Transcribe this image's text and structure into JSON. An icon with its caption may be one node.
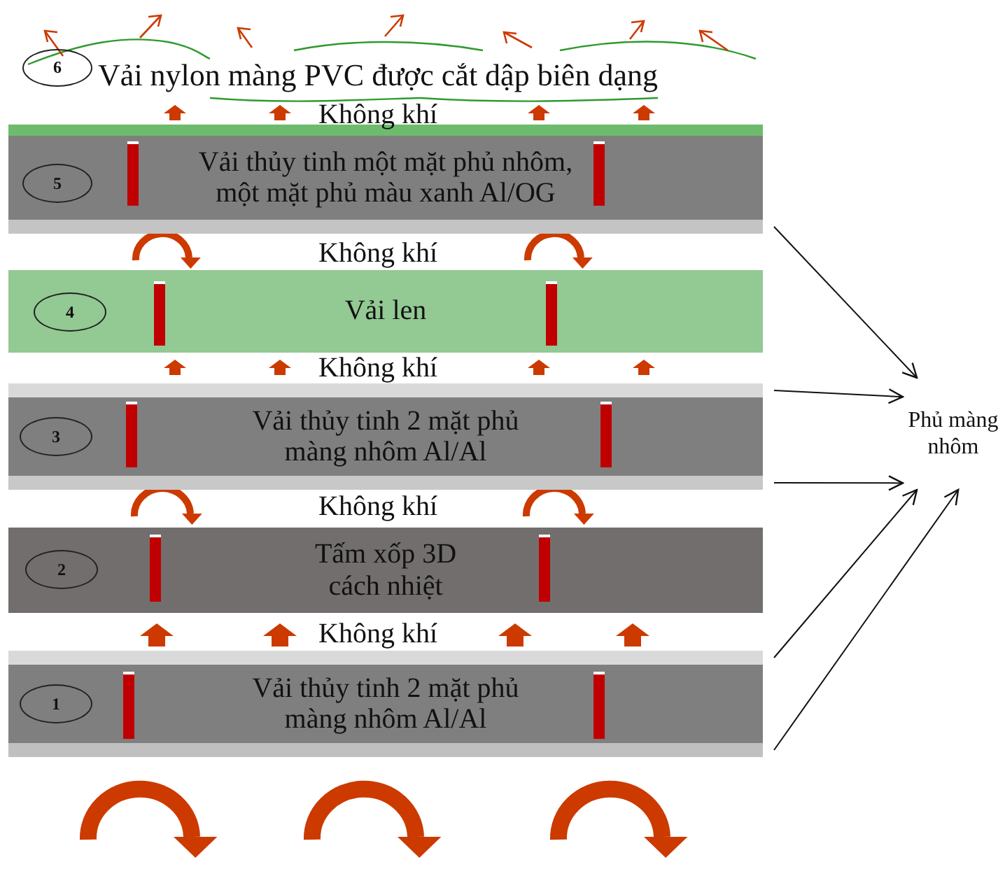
{
  "diagram": {
    "nodes": [
      {
        "text": [
          "6"
        ],
        "beside": [
          "Vải nylon màng PVC được cắt dập biên dạng"
        ]
      },
      {
        "text": [
          "Vải thủy tinh một mặt phủ nhôm, một mặt phủ màu xanh Al/OG"
        ]
      },
      {
        "text": [
          "5"
        ],
        "in": 1
      },
      {
        "text": [],
        "shape": "bar"
      },
      {
        "text": [
          "Vải len"
        ]
      },
      {
        "text": [
          "4"
        ],
        "in": 4
      },
      {
        "text": [],
        "shape": "bar"
      },
      {
        "text": [
          "Vải thủy tinh 2 mặt phủ màng nhôm Al/Al"
        ]
      },
      {
        "text": [
          "3"
        ],
        "in": 7
      },
      {
        "text": [],
        "shape": "bar"
      },
      {
        "text": [
          "Tấm xốp 3D cách nhiệt"
        ]
      },
      {
        "text": [
          "2"
        ],
        "in": 10
      },
      {
        "text": [],
        "shape": "bar"
      },
      {
        "text": [
          "Vải thủy tinh 2 mặt phủ màng nhôm Al/Al"
        ]
      },
      {
        "text": [
          "1"
        ],
        "in": 13
      },
      {
        "text": [],
        "shape": "bar"
      },
      {
        "text": [
          "Phủ màng nhôm"
        ]
      }
    ],
    "edges": [
      {
        "from": 3,
        "to": 16,
        "arrow": "to"
      },
      {
        "from": 6,
        "to": 16,
        "arrow": "to"
      },
      {
        "from": 9,
        "to": 16,
        "arrow": "to"
      },
      {
        "from": 12,
        "to": 16,
        "arrow": "to"
      },
      {
        "from": 15,
        "to": 16,
        "arrow": "to"
      }
    ],
    "labels": [
      "Không khí",
      "Không khí",
      "Không khí",
      "Không khí",
      "Không khí"
    ]
  }
}
